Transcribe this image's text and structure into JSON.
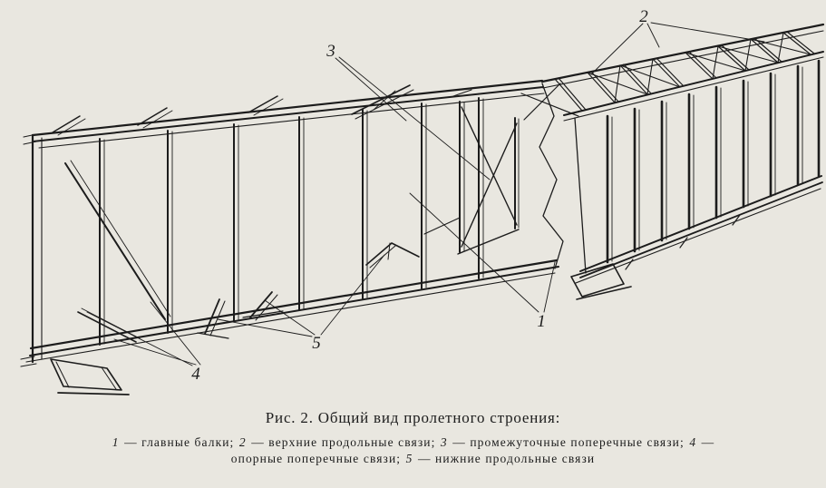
{
  "colors": {
    "paper": "#e9e7e0",
    "ink": "#1c1c1c"
  },
  "figure": {
    "caption": "Рис. 2. Общий вид пролетного строения:",
    "callouts": [
      {
        "number": "1"
      },
      {
        "number": "2"
      },
      {
        "number": "3"
      },
      {
        "number": "4"
      },
      {
        "number": "5"
      }
    ],
    "parts": [
      {
        "number": "1",
        "label": "главные балки"
      },
      {
        "number": "2",
        "label": "верхние продольные связи"
      },
      {
        "number": "3",
        "label": "промежуточные поперечные связи"
      },
      {
        "number": "4",
        "label": "опорные поперечные связи"
      },
      {
        "number": "5",
        "label": "нижние продольные связи"
      }
    ],
    "legend_lines": [
      [
        {
          "t": "1",
          "i": true
        },
        {
          "t": " — главные балки; ",
          "i": false
        },
        {
          "t": "2",
          "i": true
        },
        {
          "t": " — верхние продольные связи; ",
          "i": false
        },
        {
          "t": "3",
          "i": true
        },
        {
          "t": " — промежуточные поперечные связи; ",
          "i": false
        },
        {
          "t": "4",
          "i": true
        },
        {
          "t": " —",
          "i": false
        }
      ],
      [
        {
          "t": "опорные поперечные связи; ",
          "i": false
        },
        {
          "t": "5",
          "i": true
        },
        {
          "t": " — нижние продольные связи",
          "i": false
        }
      ]
    ]
  }
}
